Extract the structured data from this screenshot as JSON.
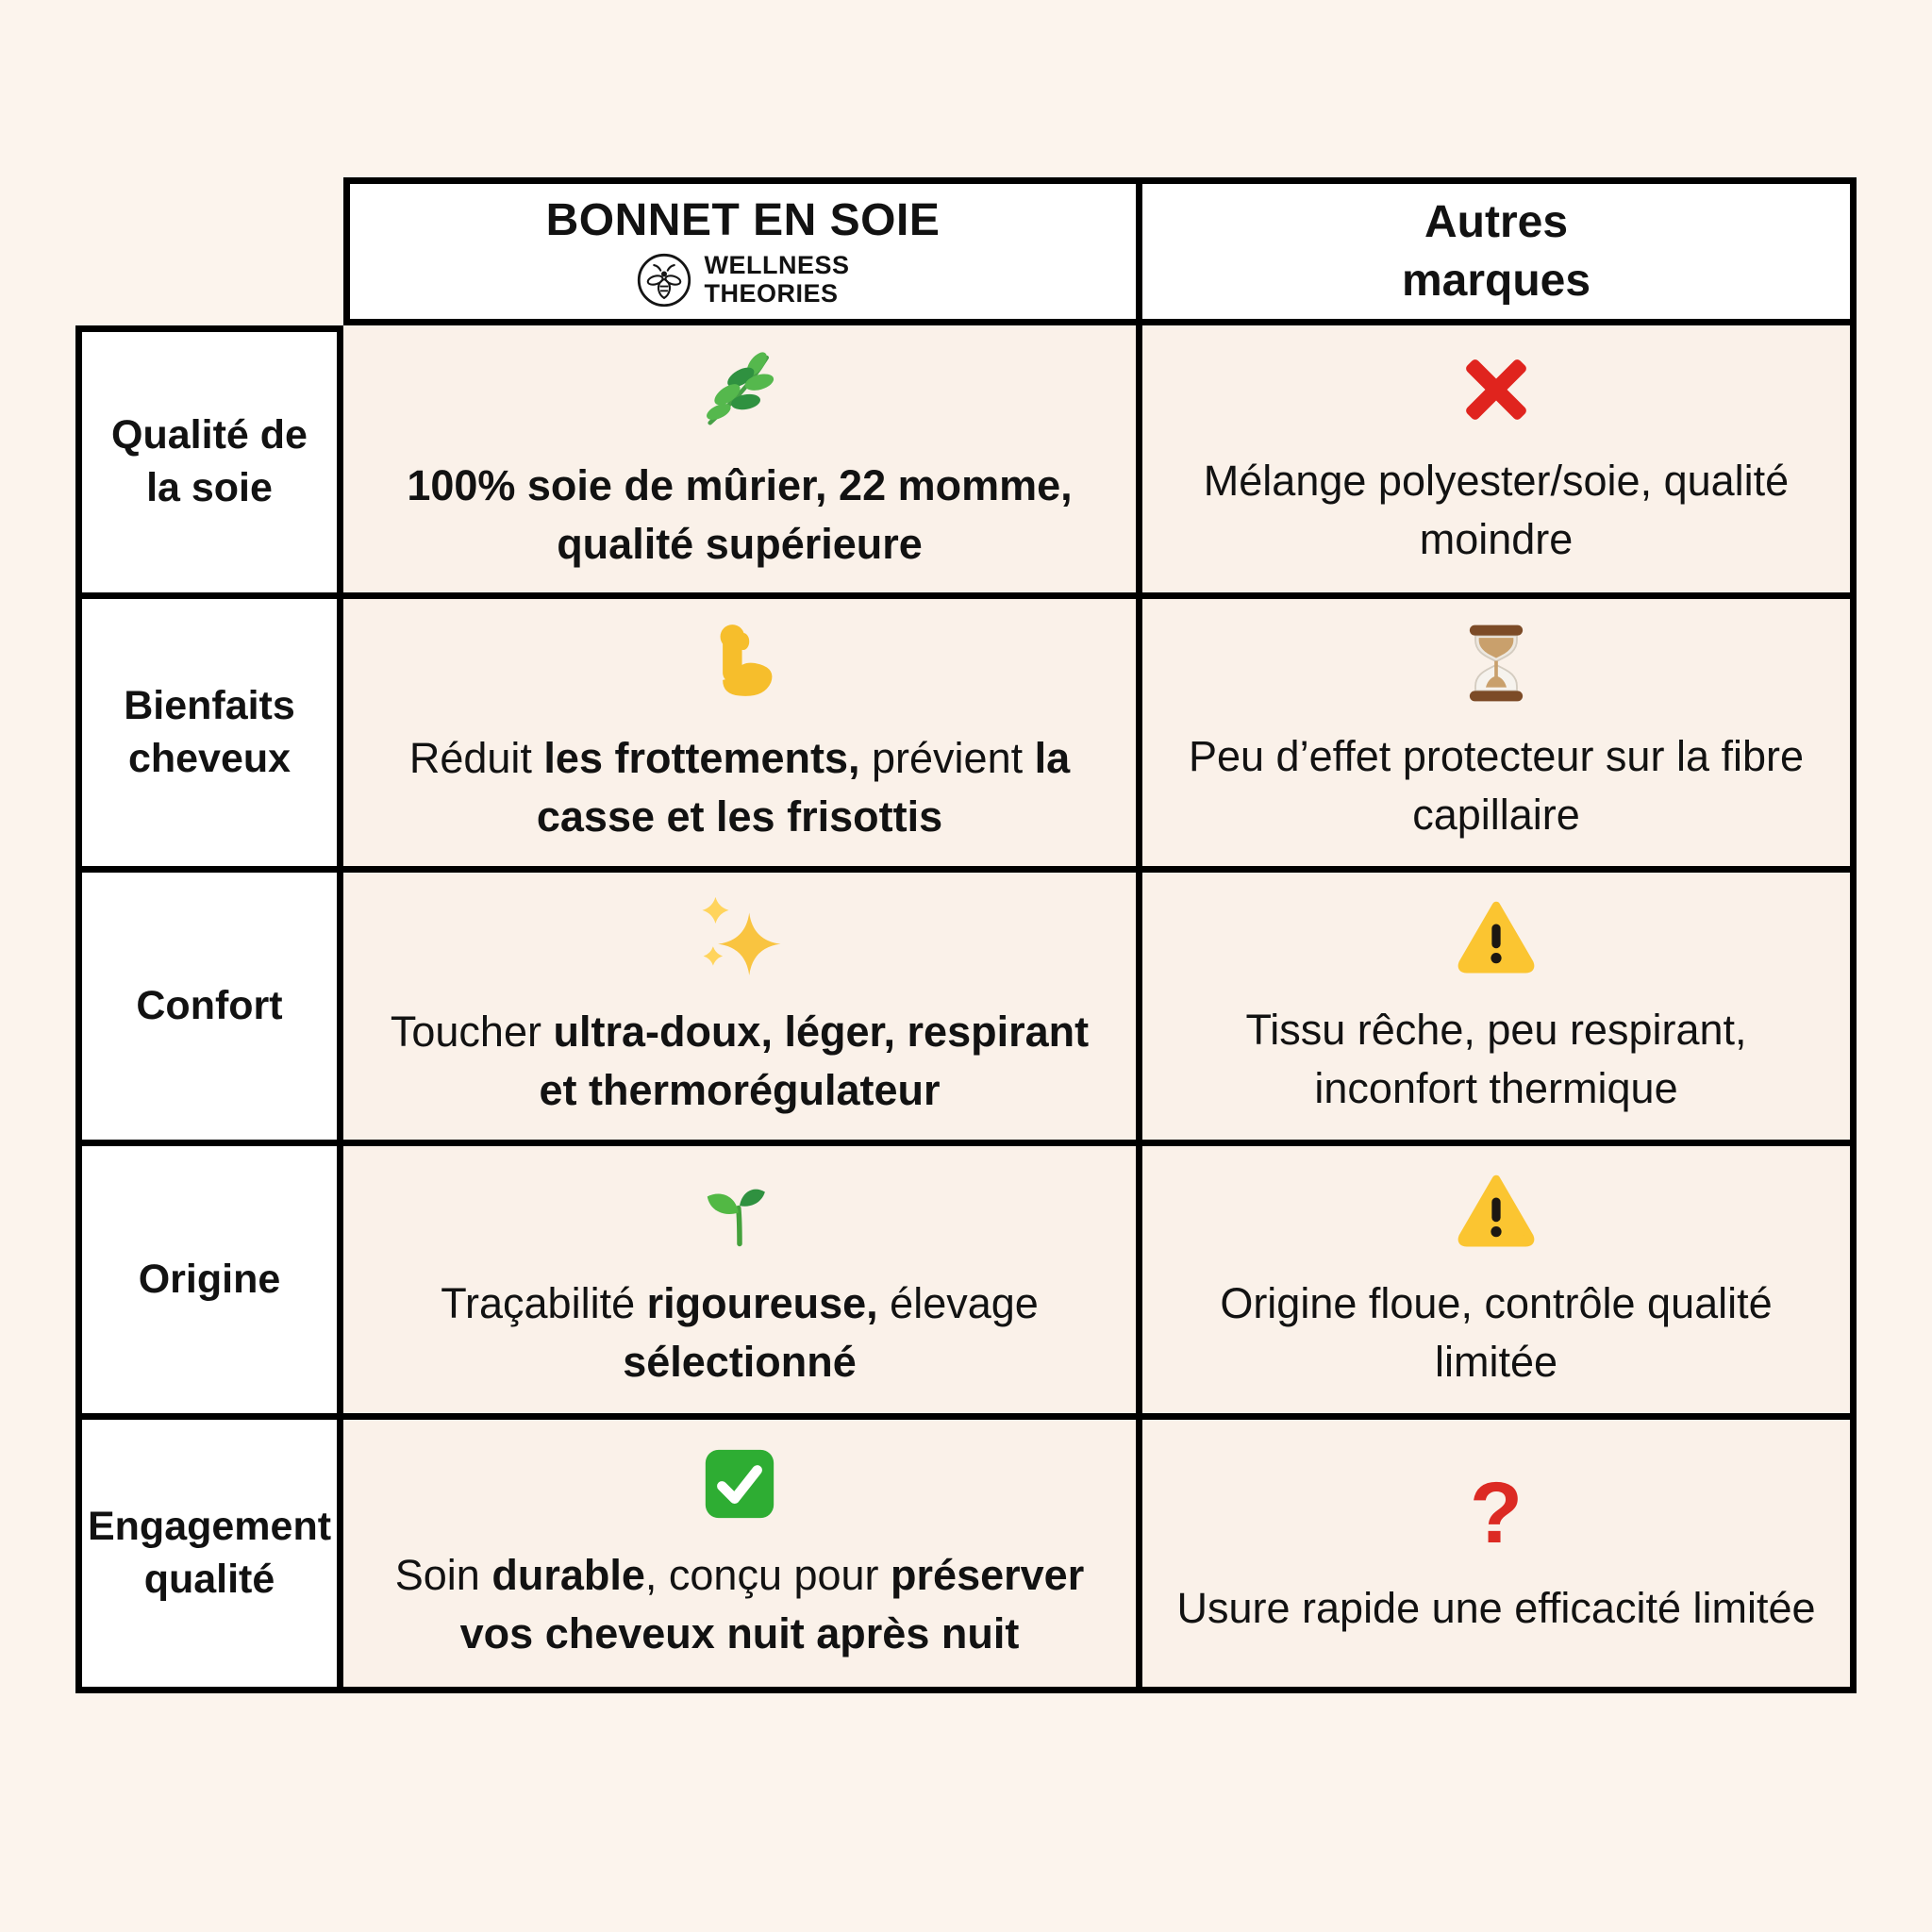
{
  "page": {
    "background": "#FCF4ED",
    "cell_background": "#FAF1E9",
    "panel_background": "#FFFFFF",
    "text_color": "#121212",
    "accent_red": "#DC2A23",
    "border_color": "#000000"
  },
  "header": {
    "product": {
      "title": "BONNET EN SOIE",
      "logo_icon": "bee-logo-icon",
      "brand_name_line1": "WELLNESS",
      "brand_name_line2": "THEORIES"
    },
    "competitors": {
      "title": "Autres\nmarques"
    }
  },
  "rows": [
    {
      "label": "Qualité de la soie",
      "ours": {
        "icon": "herb-icon",
        "segments": [
          {
            "t": "100% soie de mûrier, 22 momme, qualité supérieure",
            "b": true
          }
        ]
      },
      "others": {
        "icon": "cross-mark-icon",
        "segments": [
          {
            "t": "Mélange polyester/soie, qualité moindre",
            "b": false
          }
        ]
      }
    },
    {
      "label": "Bienfaits cheveux",
      "ours": {
        "icon": "flexed-biceps-icon",
        "segments": [
          {
            "t": "Réduit ",
            "b": false
          },
          {
            "t": "les frottements,",
            "b": true
          },
          {
            "t": " prévient ",
            "b": false
          },
          {
            "t": "la casse et les frisottis",
            "b": true
          }
        ]
      },
      "others": {
        "icon": "hourglass-icon",
        "segments": [
          {
            "t": "Peu d’effet protecteur sur la fibre capillaire",
            "b": false
          }
        ]
      }
    },
    {
      "label": "Confort",
      "ours": {
        "icon": "sparkles-icon",
        "segments": [
          {
            "t": "Toucher ",
            "b": false
          },
          {
            "t": "ultra-doux, léger, respirant et thermorégulateur",
            "b": true
          }
        ]
      },
      "others": {
        "icon": "warning-icon",
        "segments": [
          {
            "t": "Tissu rêche, peu respirant, inconfort thermique",
            "b": false
          }
        ]
      }
    },
    {
      "label": "Origine",
      "ours": {
        "icon": "seedling-icon",
        "segments": [
          {
            "t": "Traçabilité ",
            "b": false
          },
          {
            "t": "rigoureuse,",
            "b": true
          },
          {
            "t": " élevage ",
            "b": false
          },
          {
            "t": "sélectionné",
            "b": true
          }
        ]
      },
      "others": {
        "icon": "warning-icon",
        "segments": [
          {
            "t": "Origine floue, contrôle qualité limitée",
            "b": false
          }
        ]
      }
    },
    {
      "label": "Engagement qualité",
      "ours": {
        "icon": "check-mark-icon",
        "segments": [
          {
            "t": "Soin ",
            "b": false
          },
          {
            "t": "durable",
            "b": true
          },
          {
            "t": ", conçu pour ",
            "b": false
          },
          {
            "t": "préserver vos cheveux nuit après nuit",
            "b": true
          }
        ]
      },
      "others": {
        "icon": "question-mark-icon",
        "question_mark": "?",
        "segments": [
          {
            "t": "Usure rapide une efficacité limitée",
            "b": false
          }
        ]
      }
    }
  ]
}
